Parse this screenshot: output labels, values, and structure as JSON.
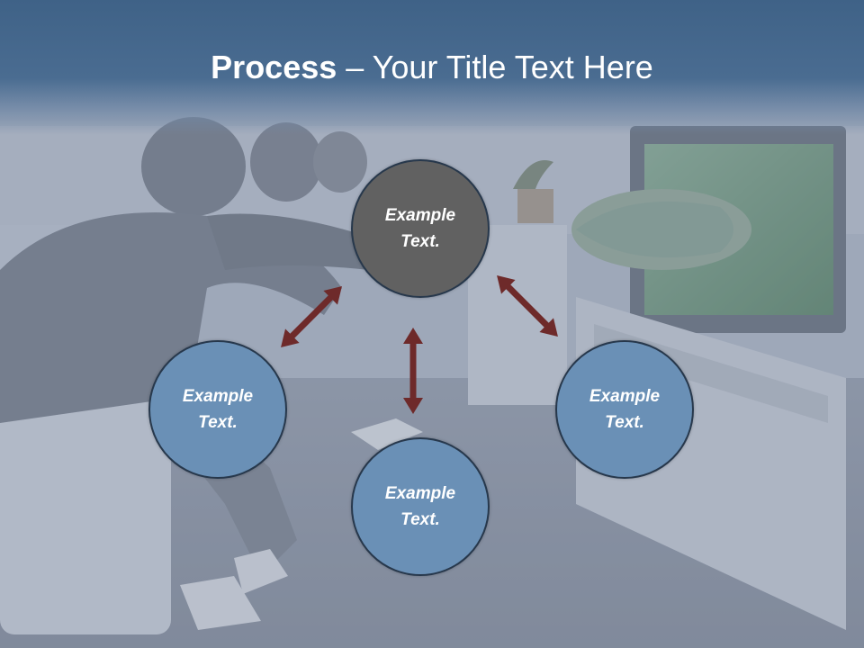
{
  "slide": {
    "title_strong": "Process",
    "title_rest": " – Your Title Text Here",
    "nodes": {
      "center": "Example Text.",
      "left": "Example Text.",
      "bottom": "Example Text.",
      "right": "Example Text."
    }
  },
  "colors": {
    "title_band": "#3f6287",
    "node_blue": "#6a90b6",
    "node_gray": "#616161",
    "arrow": "#6e2a2a",
    "node_border": "#27384c"
  },
  "icons": {
    "arrows": [
      "double-arrow-icon",
      "double-arrow-icon",
      "double-arrow-icon"
    ]
  }
}
